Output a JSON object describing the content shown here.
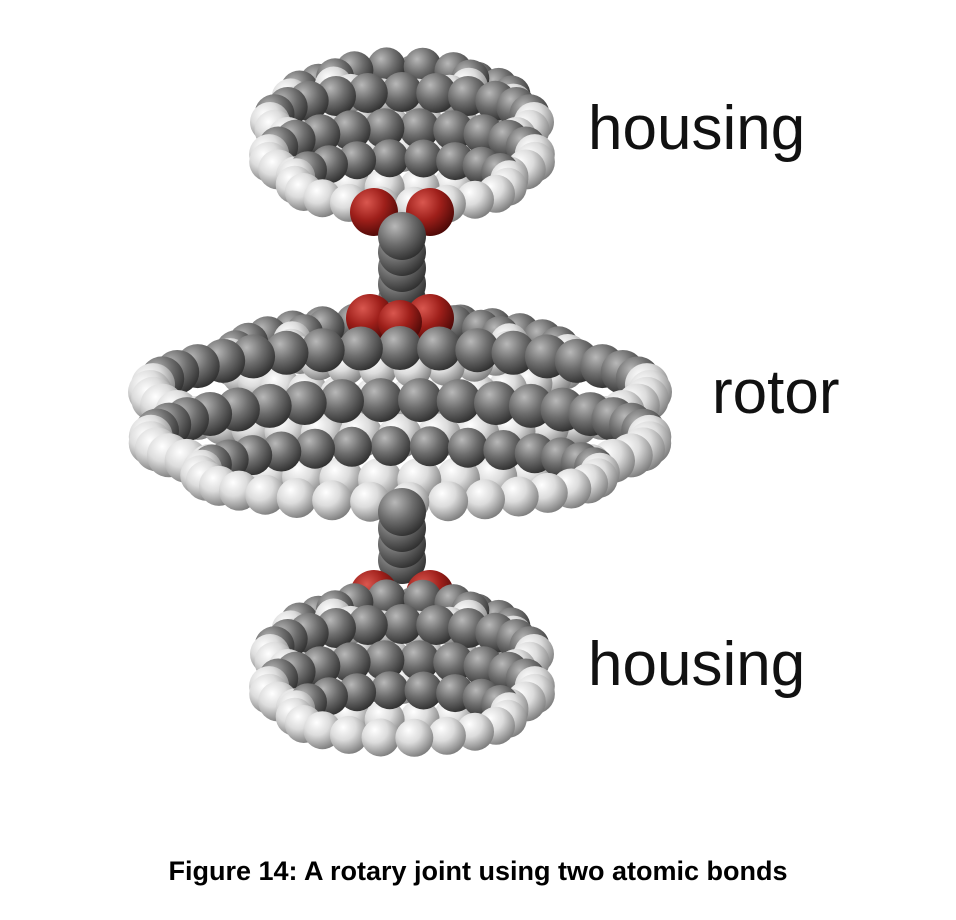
{
  "figure": {
    "labels": {
      "top_housing": "housing",
      "rotor": "rotor",
      "bottom_housing": "housing"
    },
    "caption": "Figure 14: A rotary joint using two atomic bonds"
  },
  "colors": {
    "hydrogen": "#e6e6e6",
    "carbon": "#6a6a6a",
    "oxygen": "#9e1f1a",
    "background": "#ffffff",
    "text": "#111111"
  }
}
